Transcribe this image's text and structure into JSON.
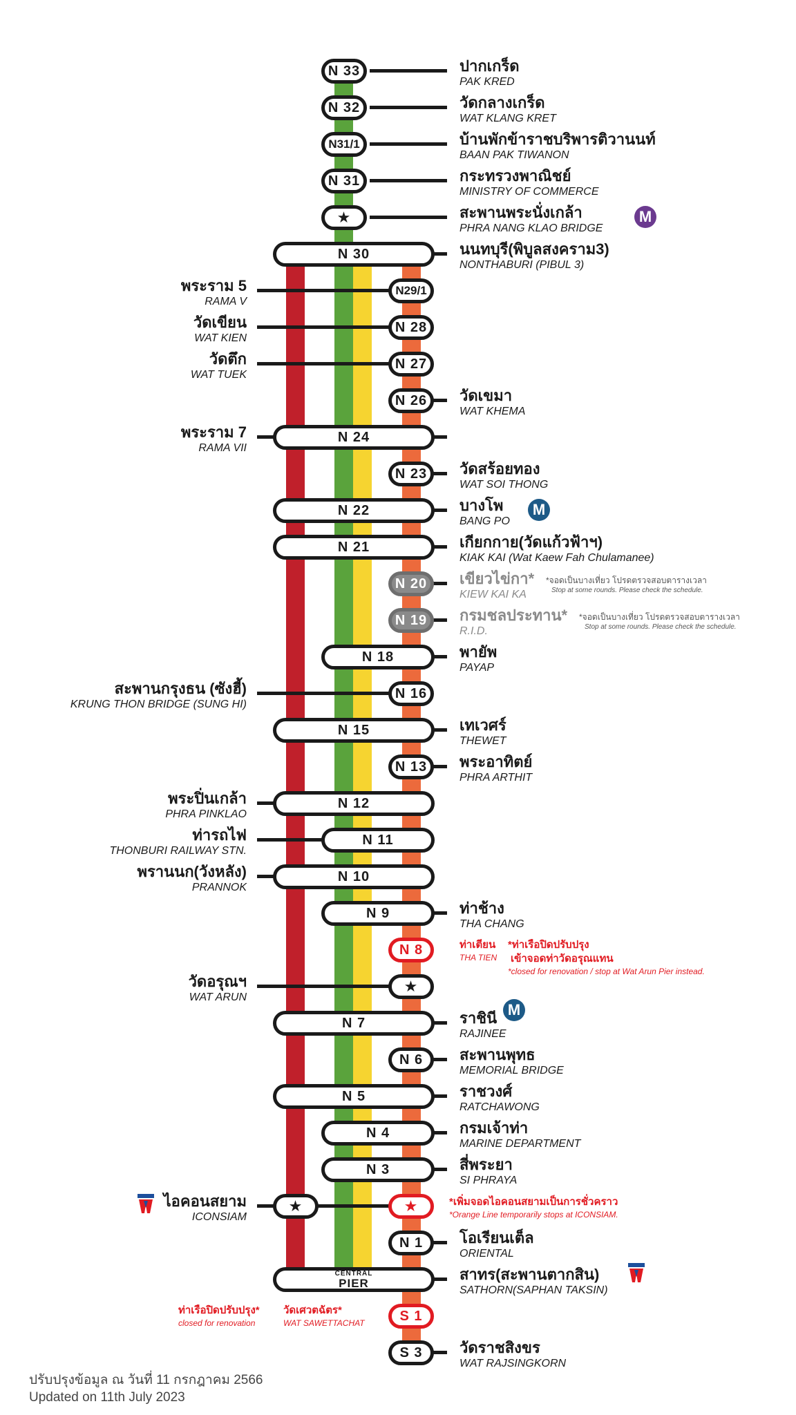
{
  "colors": {
    "red_line": "#c0202b",
    "green_line": "#5aa33c",
    "yellow_line": "#f6d430",
    "orange_line": "#ec6a3c",
    "pill_border": "#1a1a1a",
    "alert_red": "#e11b22",
    "gray_stop": "#8a8a8a",
    "mrt_purple": "#6b3a8f",
    "mrt_blue": "#1d5a87"
  },
  "lines": [
    {
      "color": "red_line"
    },
    {
      "color": "green_line"
    },
    {
      "color": "yellow_line"
    },
    {
      "color": "orange_line"
    }
  ],
  "stations": [
    {
      "code": "N 33",
      "th": "ปากเกร็ด",
      "en": "PAK KRED"
    },
    {
      "code": "N 32",
      "th": "วัดกลางเกร็ด",
      "en": "WAT KLANG KRET"
    },
    {
      "code": "N31/1",
      "th": "บ้านพักข้าราชบริพารติวานนท์",
      "en": "BAAN PAK TIWANON"
    },
    {
      "code": "N 31",
      "th": "กระทรวงพาณิชย์",
      "en": "MINISTRY OF COMMERCE"
    },
    {
      "code": "",
      "icon": "star-icon",
      "th": "สะพานพระนั่งเกล้า",
      "en": "PHRA NANG KLAO BRIDGE",
      "badge": "M"
    },
    {
      "code": "N 30",
      "th": "นนทบุรี(พิบูลสงคราม3)",
      "en": "NONTHABURI (PIBUL 3)"
    },
    {
      "code": "N29/1",
      "th": "พระราม 5",
      "en": "RAMA V"
    },
    {
      "code": "N 28",
      "th": "วัดเขียน",
      "en": "WAT KIEN"
    },
    {
      "code": "N 27",
      "th": "วัดตึก",
      "en": "WAT TUEK"
    },
    {
      "code": "N 26",
      "th": "วัดเขมา",
      "en": "WAT KHEMA"
    },
    {
      "code": "N 24",
      "th": "พระราม 7",
      "en": "RAMA VII"
    },
    {
      "code": "N 23",
      "th": "วัดสร้อยทอง",
      "en": "WAT SOI THONG"
    },
    {
      "code": "N 22",
      "th": "บางโพ",
      "en": "BANG PO",
      "badge": "M"
    },
    {
      "code": "N 21",
      "th": "เกียกกาย(วัดแก้วฟ้าฯ)",
      "en": "KIAK KAI (Wat Kaew Fah Chulamanee)"
    },
    {
      "code": "N 20",
      "th": "เขียวไข่กา*",
      "en": "KIEW KAI KA",
      "note_th": "*จอดเป็นบางเที่ยว โปรดตรวจสอบตารางเวลา",
      "note_en": "Stop at some rounds. Please check the schedule."
    },
    {
      "code": "N 19",
      "th": "กรมชลประทาน*",
      "en": "R.I.D.",
      "note_th": "*จอดเป็นบางเที่ยว โปรดตรวจสอบตารางเวลา",
      "note_en": "Stop at some rounds. Please check the schedule."
    },
    {
      "code": "N 18",
      "th": "พายัพ",
      "en": "PAYAP"
    },
    {
      "code": "N 16",
      "th": "สะพานกรุงธน (ซังฮี้)",
      "en": "KRUNG THON BRIDGE (SUNG HI)"
    },
    {
      "code": "N 15",
      "th": "เทเวศร์",
      "en": "THEWET"
    },
    {
      "code": "N 13",
      "th": "พระอาทิตย์",
      "en": "PHRA ARTHIT"
    },
    {
      "code": "N 12",
      "th": "พระปิ่นเกล้า",
      "en": "PHRA PINKLAO"
    },
    {
      "code": "N 11",
      "th": "ท่ารถไฟ",
      "en": "THONBURI RAILWAY STN."
    },
    {
      "code": "N 10",
      "th": "พรานนก(วังหลัง)",
      "en": "PRANNOK"
    },
    {
      "code": "N 9",
      "th": "ท่าช้าง",
      "en": "THA CHANG"
    },
    {
      "code": "N 8",
      "th": "ท่าเตียน",
      "en": "THA TIEN",
      "note_th1": "*ท่าเรือปิดปรับปรุง",
      "note_th2": "เข้าจอดท่าวัดอรุณแทน",
      "note_en": "*closed for renovation / stop at Wat Arun Pier instead."
    },
    {
      "code": "",
      "icon": "star-icon",
      "th": "วัดอรุณฯ",
      "en": "WAT ARUN"
    },
    {
      "code": "N 7",
      "th": "ราชินี",
      "en": "RAJINEE",
      "badge": "M"
    },
    {
      "code": "N 6",
      "th": "สะพานพุทธ",
      "en": "MEMORIAL BRIDGE"
    },
    {
      "code": "N 5",
      "th": "ราชวงศ์",
      "en": "RATCHAWONG"
    },
    {
      "code": "N 4",
      "th": "กรมเจ้าท่า",
      "en": "MARINE DEPARTMENT"
    },
    {
      "code": "N 3",
      "th": "สี่พระยา",
      "en": "SI PHRAYA"
    },
    {
      "code": "",
      "icon": "star-icon",
      "th": "ไอคอนสยาม",
      "en": "ICONSIAM",
      "note_th": "*เพิ่มจอดไอคอนสยามเป็นการชั่วคราว",
      "note_en": "*Orange Line temporarily stops at ICONSIAM."
    },
    {
      "code": "N 1",
      "th": "โอเรียนเต็ล",
      "en": "ORIENTAL"
    },
    {
      "code": "PIER",
      "sub": "CENTRAL",
      "th": "สาทร(สะพานตากสิน)",
      "en": "SATHORN(SAPHAN TAKSIN)"
    },
    {
      "code": "S 1",
      "th": "วัดเศวตฉัตร*",
      "en": "WAT SAWETTACHAT",
      "note_th": "ท่าเรือปิดปรับปรุง*",
      "note_en": "closed for renovation"
    },
    {
      "code": "S 3",
      "th": "วัดราชสิงขร",
      "en": "WAT RAJSINGKORN"
    }
  ],
  "footer": {
    "th": "ปรับปรุงข้อมูล ณ วันที่ 11 กรกฎาคม 2566",
    "en": "Updated on 11th July 2023"
  }
}
